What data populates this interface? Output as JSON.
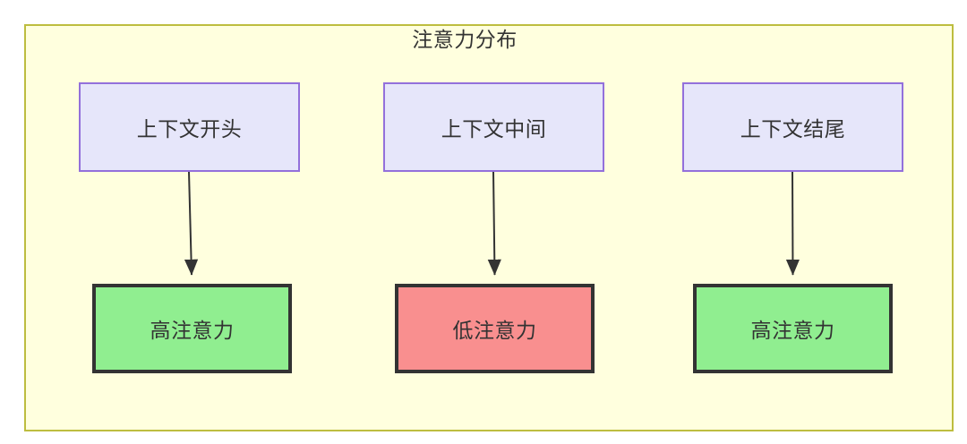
{
  "diagram": {
    "title": "注意力分布",
    "container": {
      "fill": "#ffffde",
      "stroke": "#bdbd3f"
    },
    "palette": {
      "context_fill": "#e6e6fa",
      "context_stroke": "#9370db",
      "high_attention_fill": "#90ee90",
      "low_attention_fill": "#f98f8f",
      "node_stroke": "#333333",
      "edge_color": "#333333",
      "text_color": "#333333"
    },
    "columns": [
      {
        "context_label": "上下文开头",
        "outcome_label": "高注意力",
        "outcome_level": "high"
      },
      {
        "context_label": "上下文中间",
        "outcome_label": "低注意力",
        "outcome_level": "low"
      },
      {
        "context_label": "上下文结尾",
        "outcome_label": "高注意力",
        "outcome_level": "high"
      }
    ],
    "edges": [
      {
        "from": "上下文开头",
        "to": "高注意力"
      },
      {
        "from": "上下文中间",
        "to": "低注意力"
      },
      {
        "from": "上下文结尾",
        "to": "高注意力"
      }
    ]
  }
}
